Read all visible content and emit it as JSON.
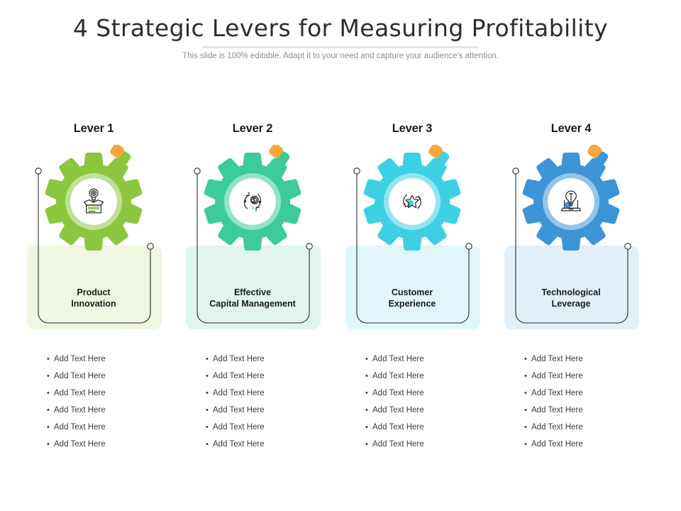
{
  "header": {
    "title": "4 Strategic Levers for Measuring Profitability",
    "subtitle": "This slide is 100% editable. Adapt it to your need and capture your audience's attention."
  },
  "bullet_char": "•",
  "columns": [
    {
      "heading": "Lever 1",
      "label": "Product\nInnovation",
      "icon": "lightbulb-in-box-icon",
      "gear_color": "#8CC63F",
      "gear_dark": "#7DB935",
      "panel_color": "#EFF6E2",
      "handle_color": "#8CC63F",
      "handle_tip_color": "#F5A73B",
      "bullets": [
        "Add Text Here",
        "Add Text Here",
        "Add Text Here",
        "Add Text Here",
        "Add Text Here",
        "Add Text Here"
      ]
    },
    {
      "heading": "Lever 2",
      "label": "Effective\nCapital Management",
      "icon": "dollar-gear-cycle-icon",
      "gear_color": "#3CCB9B",
      "gear_dark": "#31BC8D",
      "panel_color": "#E0F5EE",
      "handle_color": "#3CCB9B",
      "handle_tip_color": "#F5A73B",
      "bullets": [
        "Add Text Here",
        "Add Text Here",
        "Add Text Here",
        "Add Text Here",
        "Add Text Here",
        "Add Text Here"
      ]
    },
    {
      "heading": "Lever 3",
      "label": "Customer\nExperience",
      "icon": "star-cycle-icon",
      "gear_color": "#3DD0E5",
      "gear_dark": "#2FC4DB",
      "panel_color": "#E0F6FA",
      "handle_color": "#3DD0E5",
      "handle_tip_color": "#F5A73B",
      "bullets": [
        "Add Text Here",
        "Add Text Here",
        "Add Text Here",
        "Add Text Here",
        "Add Text Here",
        "Add Text Here"
      ]
    },
    {
      "heading": "Lever 4",
      "label": "Technological\nLeverage",
      "icon": "lightbulb-laptop-icon",
      "gear_color": "#3D95D8",
      "gear_dark": "#3187CC",
      "panel_color": "#E2EFF9",
      "handle_color": "#3D95D8",
      "handle_tip_color": "#F5A73B",
      "bullets": [
        "Add Text Here",
        "Add Text Here",
        "Add Text Here",
        "Add Text Here",
        "Add Text Here",
        "Add Text Here"
      ]
    }
  ]
}
